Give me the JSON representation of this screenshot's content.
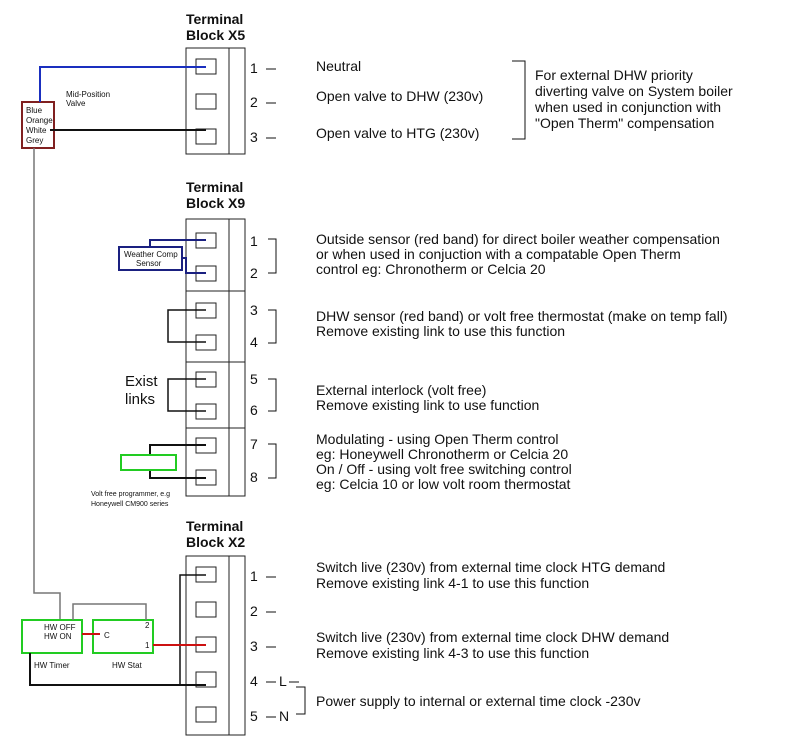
{
  "colors": {
    "blue_wire": "#1a2fbf",
    "red_wire": "#cc1111",
    "green_box": "#22cc22",
    "navy_box": "#1a2080",
    "maroon_box": "#802020",
    "grey_wire": "#777777",
    "black_wire": "#111111"
  },
  "x5": {
    "title_line1": "Terminal",
    "title_line2": "Block X5",
    "terminals": [
      "1",
      "2",
      "3"
    ],
    "labels": [
      "Neutral",
      "Open valve to DHW (230v)",
      "Open valve to HTG (230v)"
    ],
    "note": [
      "For external DHW priority",
      "diverting valve on System boiler",
      "when used in conjunction with",
      "\"Open Therm\" compensation"
    ],
    "valve_label_line1": "Mid-Position",
    "valve_label_line2": "Valve",
    "valve_wires": [
      "Blue",
      "Orange",
      "White",
      "Grey"
    ]
  },
  "x9": {
    "title_line1": "Terminal",
    "title_line2": "Block X9",
    "terminals": [
      "1",
      "2",
      "3",
      "4",
      "5",
      "6",
      "7",
      "8"
    ],
    "desc_12": [
      "Outside sensor (red band) for direct boiler weather compensation",
      "or when used in conjuction with a compatable Open Therm",
      "control eg: Chronotherm or Celcia 20"
    ],
    "desc_34": [
      "DHW sensor (red band) or volt free thermostat (make on temp fall)",
      "Remove existing link to use this function"
    ],
    "desc_56": [
      "External interlock (volt free)",
      "Remove existing link to use function"
    ],
    "desc_78": [
      "Modulating - using Open Therm control",
      "eg: Honeywell Chronotherm or Celcia 20",
      "On / Off - using volt free switching control",
      "eg: Celcia 10 or low volt room thermostat"
    ],
    "sensor_label_line1": "Weather Comp",
    "sensor_label_line2": "Sensor",
    "exist_links_line1": "Exist",
    "exist_links_line2": "links",
    "programmer_line1": "Volt free programmer, e.g",
    "programmer_line2": "Honeywell CM900 series"
  },
  "x2": {
    "title_line1": "Terminal",
    "title_line2": "Block X2",
    "terminals": [
      "1",
      "2",
      "3",
      "4",
      "5"
    ],
    "terminal_suffixes": [
      "",
      "",
      "",
      "L",
      "N"
    ],
    "desc_1": [
      "Switch live (230v) from external time clock HTG demand",
      "Remove existing link 4-1 to use this function"
    ],
    "desc_3": [
      "Switch live (230v) from external time clock DHW demand",
      "Remove existing link 4-3 to use this function"
    ],
    "desc_45": "Power supply to internal or external time clock -230v",
    "timer_line1": "HW OFF",
    "timer_line2": "HW ON",
    "timer_label": "HW Timer",
    "stat_label": "HW Stat",
    "stat_c": "C",
    "stat_1": "1",
    "stat_2": "2"
  }
}
